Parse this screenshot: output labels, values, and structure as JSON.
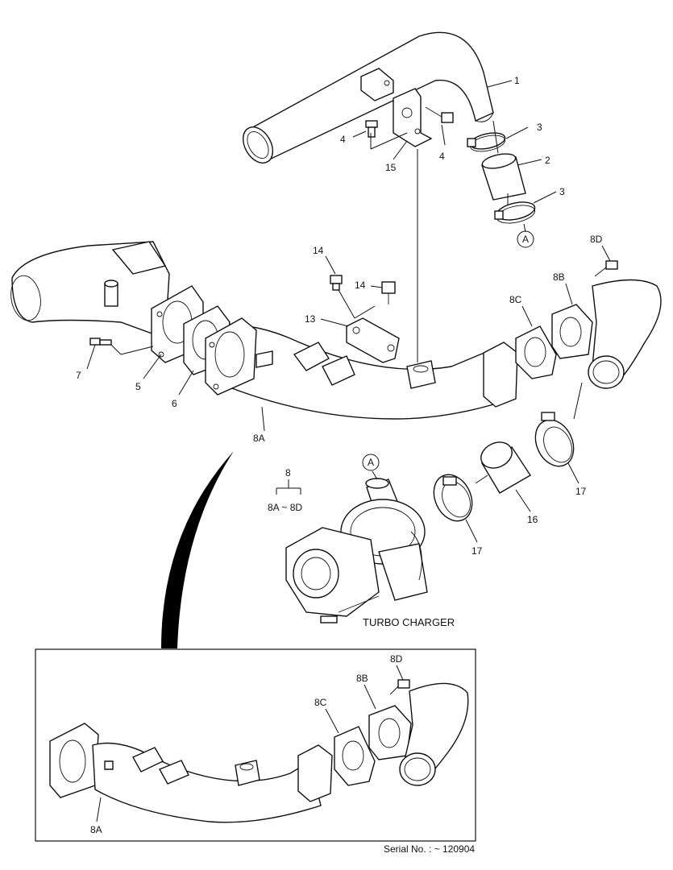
{
  "callouts": {
    "c1": "1",
    "c2": "2",
    "c3a": "3",
    "c3b": "3",
    "c4a": "4",
    "c4b": "4",
    "c15": "15",
    "c14a": "14",
    "c14b": "14",
    "c13": "13",
    "c8d": "8D",
    "c8b": "8B",
    "c8c": "8C",
    "c7": "7",
    "c5": "5",
    "c6": "6",
    "c8a": "8A",
    "c8": "8",
    "c8range": "8A ~ 8D",
    "c17a": "17",
    "c17b": "17",
    "c16": "16",
    "markA1": "A",
    "markA2": "A"
  },
  "turbo_label": "TURBO CHARGER",
  "inset": {
    "c8d": "8D",
    "c8b": "8B",
    "c8c": "8C",
    "c8a": "8A"
  },
  "serial": "Serial No. : ~ 120904"
}
